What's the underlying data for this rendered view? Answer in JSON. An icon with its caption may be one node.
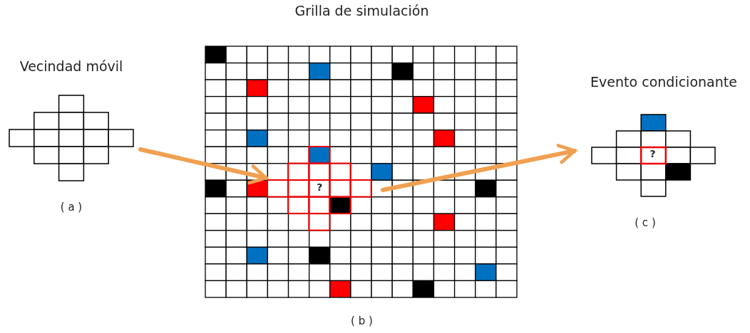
{
  "diagram": {
    "nodes": [
      {
        "text": [
          "Vecindad móvil"
        ],
        "beside": [
          "( a )"
        ]
      },
      {
        "text": [
          "Grilla de simulación"
        ],
        "beside": [
          "( b )"
        ]
      },
      {
        "text": [
          "?"
        ],
        "in": 1
      },
      {
        "text": [
          "Evento condicionante",
          "?"
        ],
        "beside": [
          "( c )"
        ]
      }
    ],
    "edges": [
      {
        "from": 0,
        "to": 2,
        "arrow": "to"
      },
      {
        "from": 2,
        "to": 3,
        "arrow": "to"
      }
    ]
  }
}
